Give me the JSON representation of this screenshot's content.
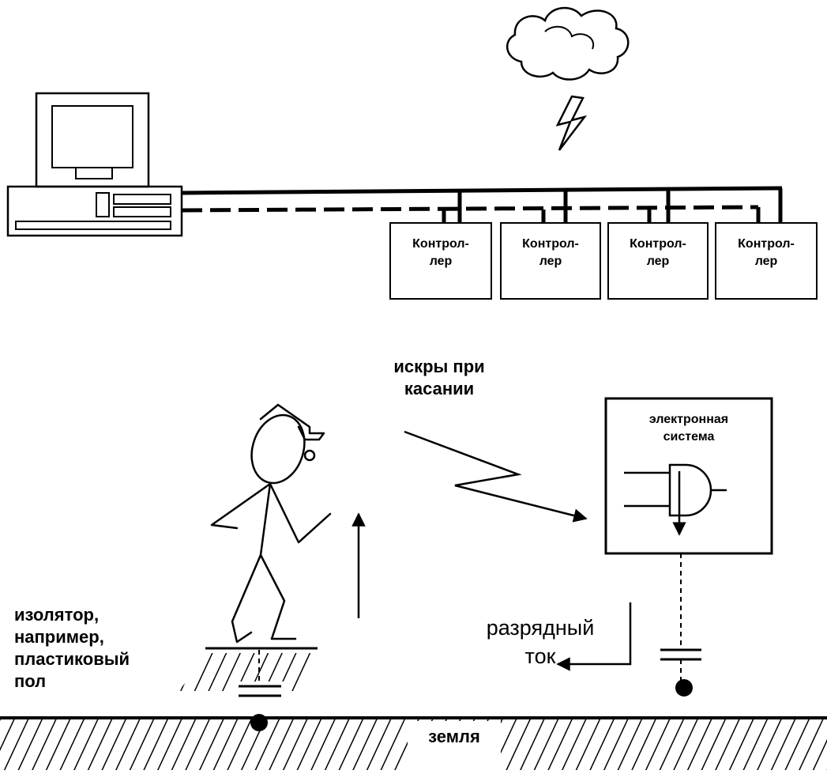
{
  "controllers": [
    {
      "label": "Контрол-\nлер"
    },
    {
      "label": "Контрол-\nлер"
    },
    {
      "label": "Контрол-\nлер"
    },
    {
      "label": "Контрол-\nлер"
    }
  ],
  "labels": {
    "sparks": "искры при\nкасании",
    "electronic_system": "электронная\nсистема",
    "insulator": "изолятор,\nнапример,\nпластиковый\nпол",
    "discharge_current": "разрядный\nток",
    "ground": "земля"
  }
}
